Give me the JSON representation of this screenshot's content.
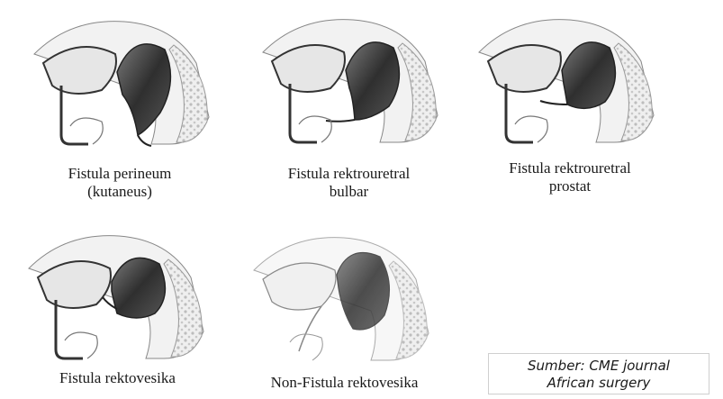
{
  "panels": [
    {
      "caption_line1": "Fistula perineum",
      "caption_line2": "(kutaneus)"
    },
    {
      "caption_line1": "Fistula rektrouretral",
      "caption_line2": "bulbar"
    },
    {
      "caption_line1": "Fistula rektrouretral",
      "caption_line2": "prostat"
    },
    {
      "caption_line1": "Fistula rektovesika",
      "caption_line2": ""
    },
    {
      "caption_line1": "Non-Fistula rektovesika",
      "caption_line2": ""
    }
  ],
  "source": {
    "line1": "Sumber: CME journal",
    "line2": "African surgery"
  },
  "colors": {
    "ink": "#2b2b2b",
    "rectum": "#4a4a4a",
    "tissue": "#d9d9d9",
    "paper": "#ffffff"
  }
}
